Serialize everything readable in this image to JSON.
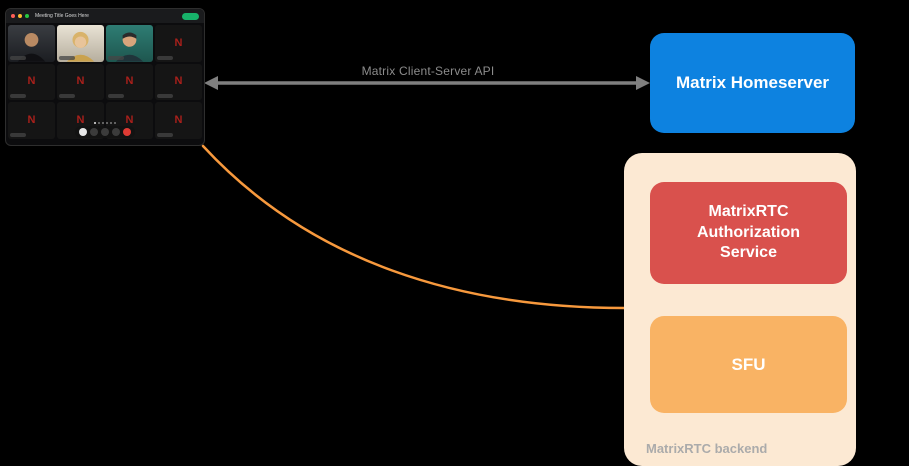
{
  "colors": {
    "background": "#000000",
    "arrow": "#7f7f7f",
    "arrow_label": "#8c8c8c",
    "homeserver_bg": "#0d82e0",
    "backend_bg": "#fce9d3",
    "backend_label": "#ababab",
    "auth_service_bg": "#d9514d",
    "sfu_bg": "#f9b364",
    "connector": "#f7993d"
  },
  "arrow": {
    "label": "Matrix Client-Server API"
  },
  "homeserver": {
    "label": "Matrix Homeserver"
  },
  "backend": {
    "label": "MatrixRTC backend",
    "auth_service_label": "MatrixRTC Authorization Service",
    "sfu_label": "SFU"
  },
  "call_window": {
    "title": "Meeting Title Goes Here",
    "avatar_letter": "N"
  }
}
